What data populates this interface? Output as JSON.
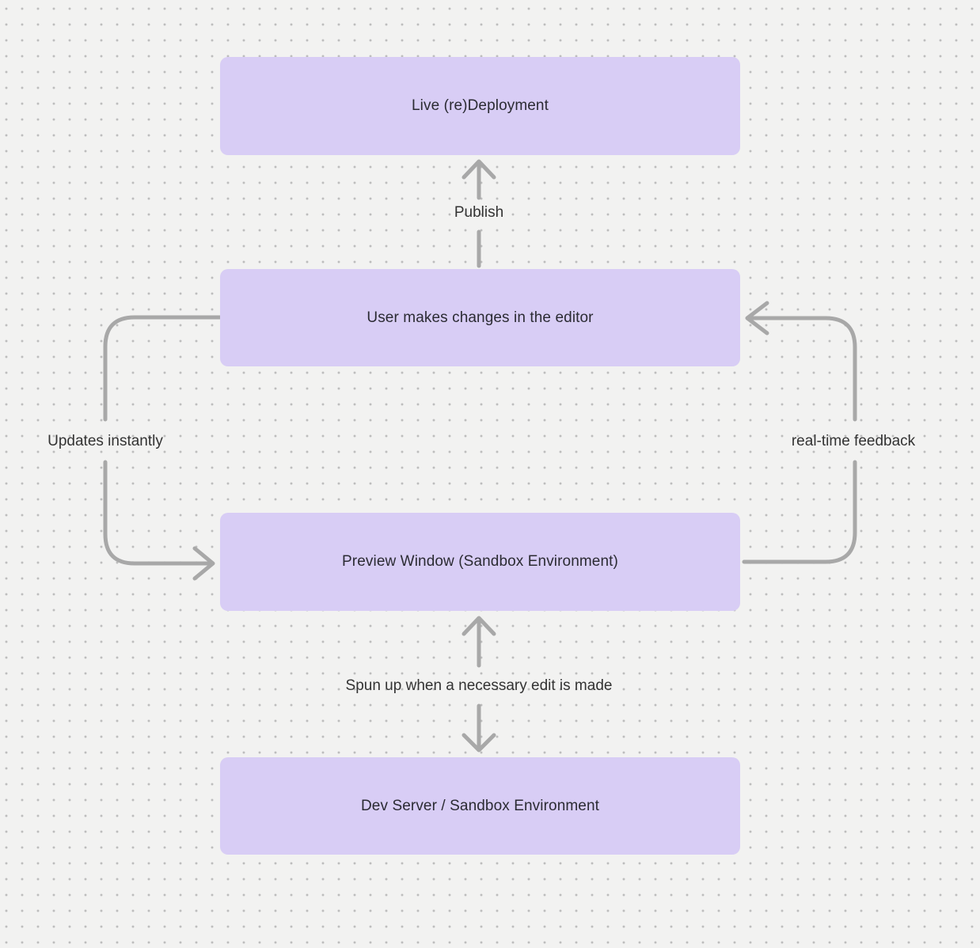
{
  "canvas": {
    "colors": {
      "canvas-bg": "#f2f2f1",
      "dot": "#bdbdbd",
      "edge": "#a8a8a8",
      "node-fill": "#d8cdf5",
      "node-text": "#2b2b33",
      "label-text": "#333333"
    }
  },
  "diagram": {
    "nodes": [
      {
        "id": "live-redeployment",
        "label": "Live (re)Deployment"
      },
      {
        "id": "editor-changes",
        "label": "User makes changes in the editor"
      },
      {
        "id": "preview-window",
        "label": "Preview Window (Sandbox Environment)"
      },
      {
        "id": "dev-server",
        "label": "Dev Server / Sandbox Environment"
      }
    ],
    "edges": [
      {
        "id": "publish",
        "label": "Publish",
        "from": "editor-changes",
        "to": "live-redeployment",
        "style": "straight-vertical-up"
      },
      {
        "id": "updates-instantly",
        "label": "Updates instantly",
        "from": "editor-changes",
        "to": "preview-window",
        "style": "left-loop"
      },
      {
        "id": "realtime-feedback",
        "label": "real-time feedback",
        "from": "preview-window",
        "to": "editor-changes",
        "style": "right-loop"
      },
      {
        "id": "spun-up",
        "label": "Spun up when a necessary edit is made",
        "from": "preview-window",
        "to": "dev-server",
        "style": "double-headed-vertical"
      }
    ]
  }
}
